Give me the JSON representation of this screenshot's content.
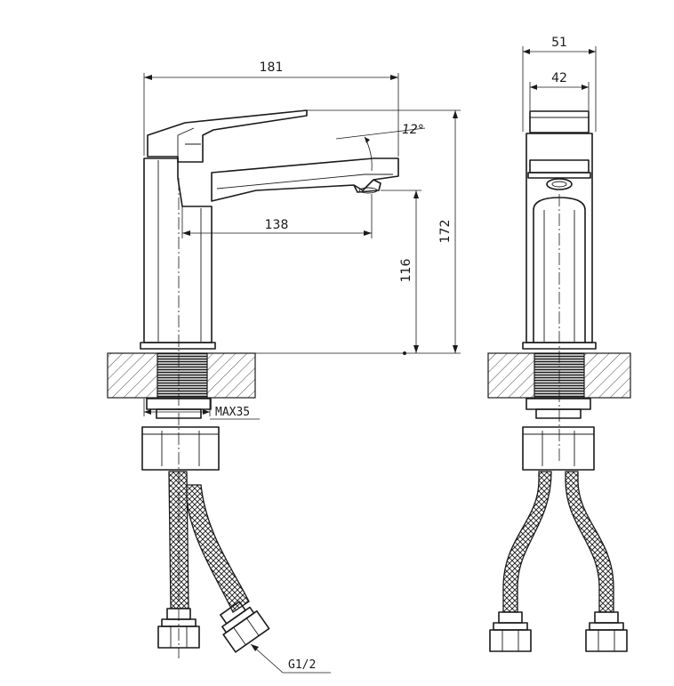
{
  "dimensions": {
    "overall_length": "181",
    "spout_reach": "138",
    "spout_height": "116",
    "total_height": "172",
    "side_width": "51",
    "side_top_width": "42",
    "handle_angle": "12°",
    "max_deck_thickness": "MAX35"
  },
  "callouts": {
    "hose_thread": "G1/2"
  }
}
